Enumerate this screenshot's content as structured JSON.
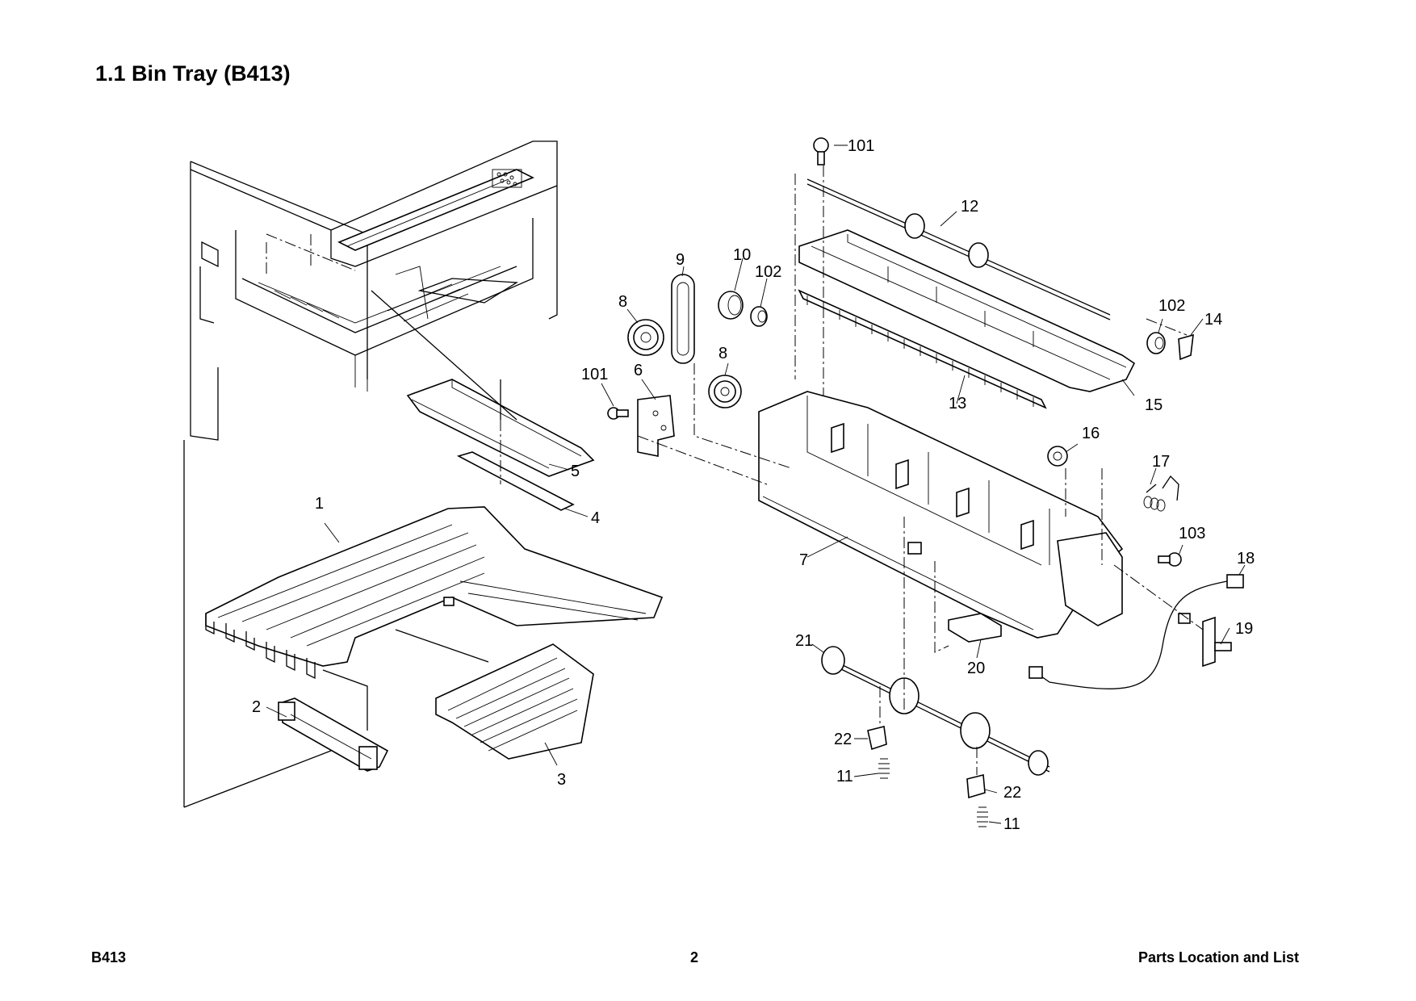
{
  "header": {
    "title": "1.1 Bin Tray (B413)"
  },
  "footer": {
    "model": "B413",
    "page": "2",
    "section": "Parts Location and List"
  },
  "callouts": {
    "c1": "1",
    "c2": "2",
    "c3": "3",
    "c4": "4",
    "c5": "5",
    "c6": "6",
    "c7": "7",
    "c8a": "8",
    "c8b": "8",
    "c9": "9",
    "c10": "10",
    "c11a": "11",
    "c11b": "11",
    "c12": "12",
    "c13": "13",
    "c14": "14",
    "c15": "15",
    "c16": "16",
    "c17": "17",
    "c18": "18",
    "c19": "19",
    "c20": "20",
    "c21": "21",
    "c22a": "22",
    "c22b": "22",
    "c101a": "101",
    "c101b": "101",
    "c102a": "102",
    "c102b": "102",
    "c103": "103"
  }
}
